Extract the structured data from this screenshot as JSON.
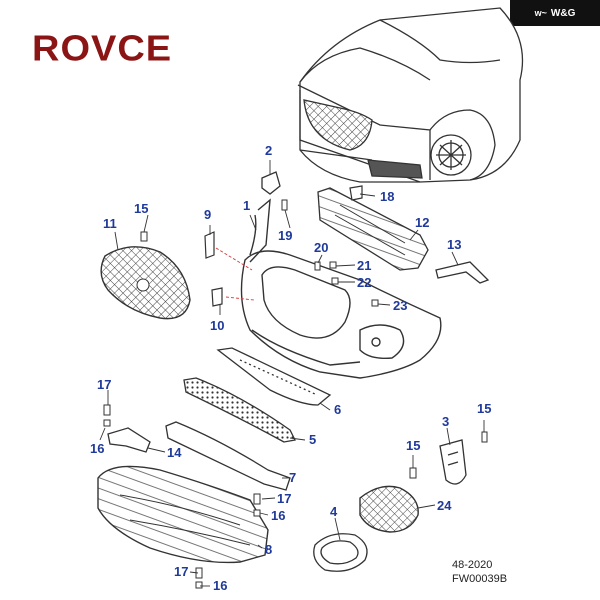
{
  "brand_logo": "ROVCE",
  "corner_badge": {
    "mark": "ᴡ~",
    "label": "W&G"
  },
  "callouts": {
    "c1": "1",
    "c2": "2",
    "c3": "3",
    "c4": "4",
    "c5": "5",
    "c6": "6",
    "c7": "7",
    "c8": "8",
    "c9": "9",
    "c10": "10",
    "c11": "11",
    "c12": "12",
    "c13": "13",
    "c14": "14",
    "c15a": "15",
    "c15b": "15",
    "c15c": "15",
    "c16a": "16",
    "c16b": "16",
    "c16c": "16",
    "c17a": "17",
    "c17b": "17",
    "c17c": "17",
    "c18": "18",
    "c19": "19",
    "c20": "20",
    "c21": "21",
    "c22": "22",
    "c23": "23",
    "c24": "24"
  },
  "footer": {
    "date_code": "48-2020",
    "figure_id": "FW00039B"
  },
  "colors": {
    "callout": "#1f3a9a",
    "brand": "#8b1515",
    "line": "#333333",
    "leader_red": "#d43a3a"
  }
}
